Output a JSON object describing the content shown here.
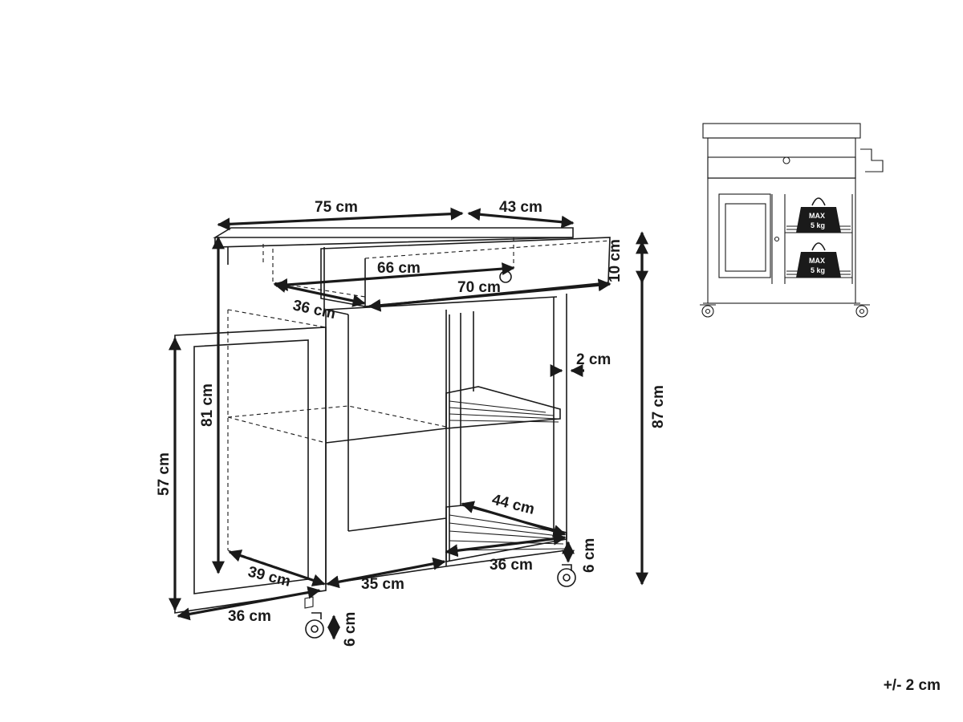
{
  "labels": {
    "width_total": "75 cm",
    "depth_total": "43 cm",
    "drawer_width": "66 cm",
    "drawer_depth": "70 cm",
    "drawer_side": "36 cm",
    "drawer_height": "10 cm",
    "side_panel": "2 cm",
    "height_total": "87 cm",
    "inner_height": "81 cm",
    "door_height": "57 cm",
    "shelf_depth": "44 cm",
    "bottom_right_width": "36 cm",
    "bottom_door_depth": "39 cm",
    "bottom_middle_width": "35 cm",
    "door_width": "36 cm",
    "wheel_height_right": "6 cm",
    "wheel_height_left": "6 cm"
  },
  "thumbnail": {
    "max_load_line1": "MAX",
    "max_load_line2": "5 kg"
  },
  "tolerance": "+/- 2 cm"
}
